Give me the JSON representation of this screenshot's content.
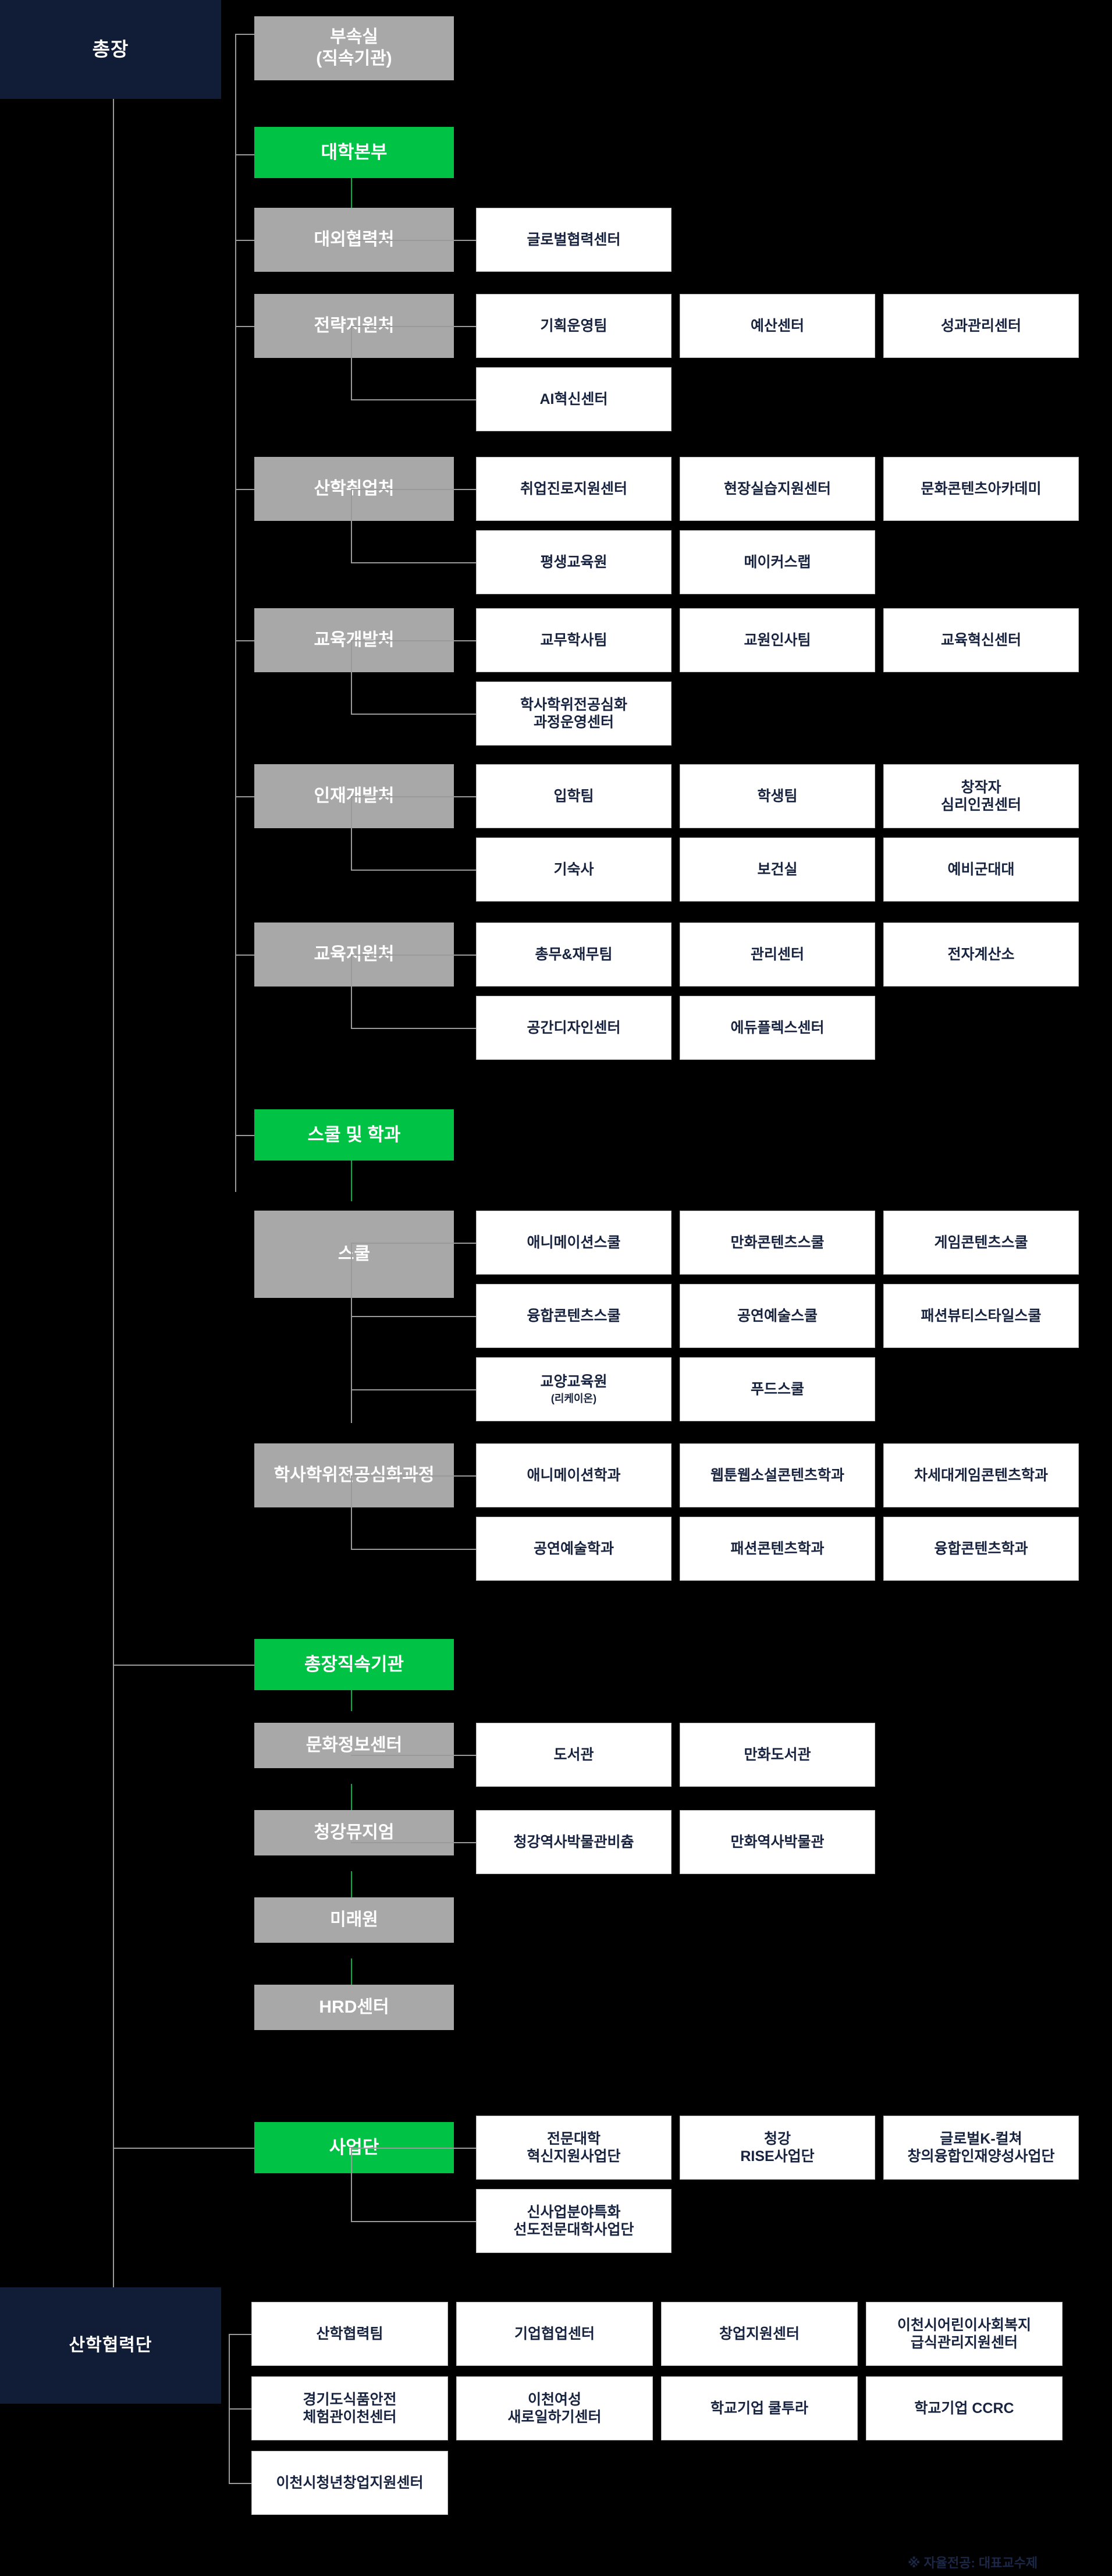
{
  "meta": {
    "title": "조직도",
    "footnote": "※ 자율전공: 대표교수제",
    "colors": {
      "background": "#000000",
      "root_navy": "#111c36",
      "dept_gray": "#a8a8a8",
      "highlight_green": "#00c244",
      "leaf_white": "#ffffff",
      "leaf_text": "#17233f",
      "connector": "#9a9a9a",
      "connector_green": "#00b140"
    }
  },
  "root": {
    "label": "총장"
  },
  "direct_office": {
    "line1": "부속실",
    "line2": "(직속기관)"
  },
  "groups": {
    "univ_hq": {
      "label": "대학본부"
    },
    "schools_depts": {
      "label": "스쿨 및 학과"
    },
    "president_affiliated": {
      "label": "총장직속기관"
    },
    "project_groups": {
      "label": "사업단"
    },
    "industry_cooperation": {
      "label": "산학협력단"
    }
  },
  "divisions": [
    {
      "name": "대외협력처",
      "children": [
        [
          "글로벌협력센터"
        ]
      ]
    },
    {
      "name": "전략지원처",
      "children": [
        [
          "기획운영팀",
          "예산센터",
          "성과관리센터"
        ],
        [
          "AI혁신센터"
        ]
      ]
    },
    {
      "name": "산학취업처",
      "children": [
        [
          "취업진로지원센터",
          "현장실습지원센터",
          "문화콘텐츠아카데미"
        ],
        [
          "평생교육원",
          "메이커스랩"
        ]
      ]
    },
    {
      "name": "교육개발처",
      "children": [
        [
          "교무학사팀",
          "교원인사팀",
          "교육혁신센터"
        ],
        [
          "학사학위전공심화\n과정운영센터"
        ]
      ]
    },
    {
      "name": "인재개발처",
      "children": [
        [
          "입학팀",
          "학생팀",
          "창작자\n심리인권센터"
        ],
        [
          "기숙사",
          "보건실",
          "예비군대대"
        ]
      ]
    },
    {
      "name": "교육지원처",
      "children": [
        [
          "총무&재무팀",
          "관리센터",
          "전자계산소"
        ],
        [
          "공간디자인센터",
          "에듀플렉스센터"
        ]
      ]
    }
  ],
  "academics": [
    {
      "name": "스쿨",
      "children": [
        [
          "애니메이션스쿨",
          "만화콘텐츠스쿨",
          "게임콘텐츠스쿨"
        ],
        [
          "융합콘텐츠스쿨",
          "공연예술스쿨",
          "패션뷰티스타일스쿨"
        ],
        [
          "교양교육원",
          "푸드스쿨"
        ]
      ],
      "sublabels": {
        "교양교육원": "(리케이온)"
      }
    },
    {
      "name": "학사학위전공심화과정",
      "children": [
        [
          "애니메이션학과",
          "웹툰웹소설콘텐츠학과",
          "차세대게임콘텐츠학과"
        ],
        [
          "공연예술학과",
          "패션콘텐츠학과",
          "융합콘텐츠학과"
        ]
      ]
    }
  ],
  "affiliated": [
    {
      "name": "문화정보센터",
      "children": [
        [
          "도서관",
          "만화도서관"
        ]
      ]
    },
    {
      "name": "청강뮤지엄",
      "children": [
        [
          "청강역사박물관비츔",
          "만화역사박물관"
        ]
      ]
    },
    {
      "name": "미래원",
      "children": []
    },
    {
      "name": "HRD센터",
      "children": []
    }
  ],
  "project_children": [
    [
      "전문대학\n혁신지원사업단",
      "청강\nRISE사업단",
      "글로벌K-컬쳐\n창의융합인재양성사업단"
    ],
    [
      "신사업분야특화\n선도전문대학사업단"
    ]
  ],
  "industry_children": [
    [
      "산학협력팀",
      "기업협업센터",
      "창업지원센터",
      "이천시어린이사회복지\n급식관리지원센터"
    ],
    [
      "경기도식품안전\n체험관이천센터",
      "이천여성\n새로일하기센터",
      "학교기업 쿨투라",
      "학교기업 CCRC"
    ],
    [
      "이천시청년창업지원센터"
    ]
  ]
}
